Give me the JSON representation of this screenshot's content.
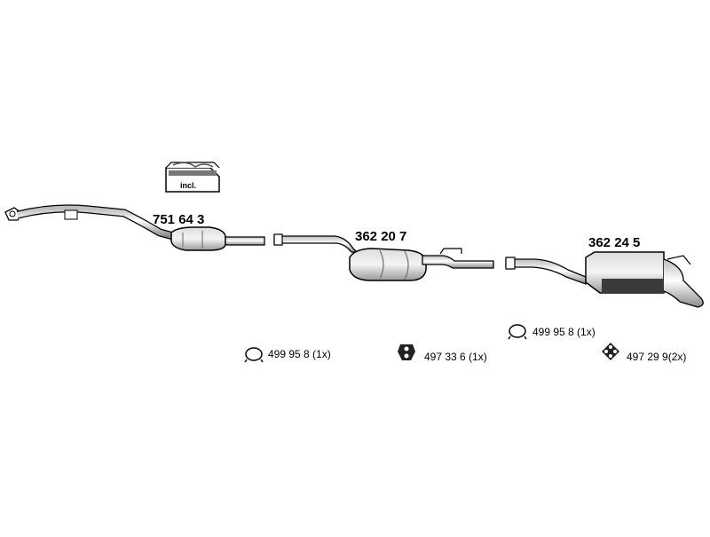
{
  "parts": [
    {
      "id": "front_pipe_catalyst",
      "number": "751 64 3"
    },
    {
      "id": "middle_silencer",
      "number": "362 20 7"
    },
    {
      "id": "rear_silencer",
      "number": "362 24 5"
    }
  ],
  "kit_badge": "incl.",
  "accessories": [
    {
      "id": "ring_clamp_1",
      "icon": "ring-clamp-icon",
      "label": "499 95 8 (1x)"
    },
    {
      "id": "mount_rubber",
      "icon": "rubber-mount-icon",
      "label": "497 33 6 (1x)"
    },
    {
      "id": "ring_clamp_2",
      "icon": "ring-clamp-icon",
      "label": "499 95 8 (1x)"
    },
    {
      "id": "four_hole_mount",
      "icon": "four-hole-mount-icon",
      "label": "497 29 9(2x)"
    }
  ],
  "colors": {
    "line": "#000000",
    "fill": "#ffffff",
    "shade": "#9a9a9a",
    "dark": "#333333"
  }
}
